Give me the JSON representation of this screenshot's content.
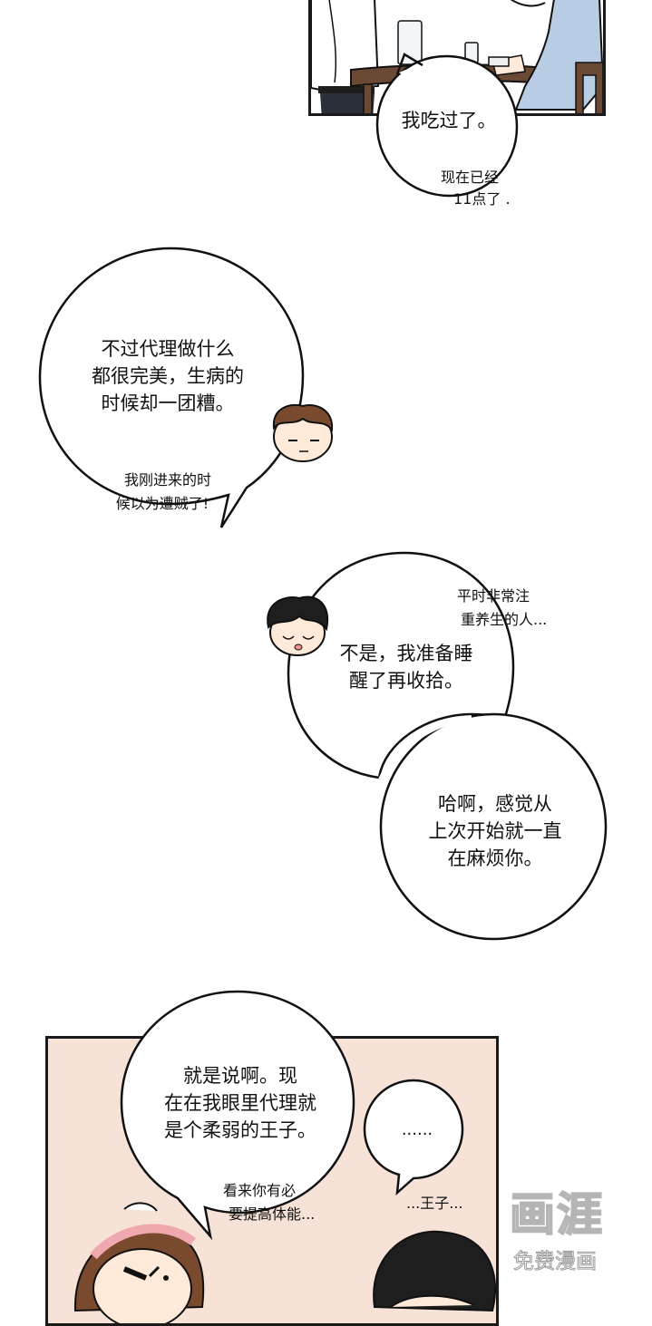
{
  "colors": {
    "ink": "#111111",
    "panel_pink": "#f7e2d8",
    "panel_white": "#ffffff",
    "shirt_blue": "#b8cde3",
    "table_brown": "#6b4a35",
    "hair_brown": "#7a4a2e",
    "hair_dark": "#1e1e1e",
    "skin": "#ffe9d9"
  },
  "panel1": {
    "bubble_main": "我吃过了。",
    "bubble_aside": [
      "现在已经",
      "11点了 ."
    ]
  },
  "bubble2": {
    "lines": [
      "不过代理做什么",
      "都很完美，生病的",
      "时候却一团糟。"
    ],
    "aside": [
      "我刚进来的时",
      "候以为遭贼了!"
    ]
  },
  "bubble3": {
    "aside": [
      "平时非常注",
      "重养生的人..."
    ],
    "lines": [
      "不是，我准备睡",
      "醒了再收拾。"
    ]
  },
  "bubble4": {
    "lines": [
      "哈啊，感觉从",
      "上次开始就一直",
      "在麻烦你。"
    ]
  },
  "panel2": {
    "bubble_main": [
      "就是说啊。现",
      "在在我眼里代理就",
      "是个柔弱的王子。"
    ],
    "bubble_ellipsis": "......",
    "aside_left": [
      "看来你有必",
      "要提高体能..."
    ],
    "aside_right": "...王子..."
  },
  "watermark": {
    "logo": "画涯",
    "sub": "免费漫画"
  }
}
